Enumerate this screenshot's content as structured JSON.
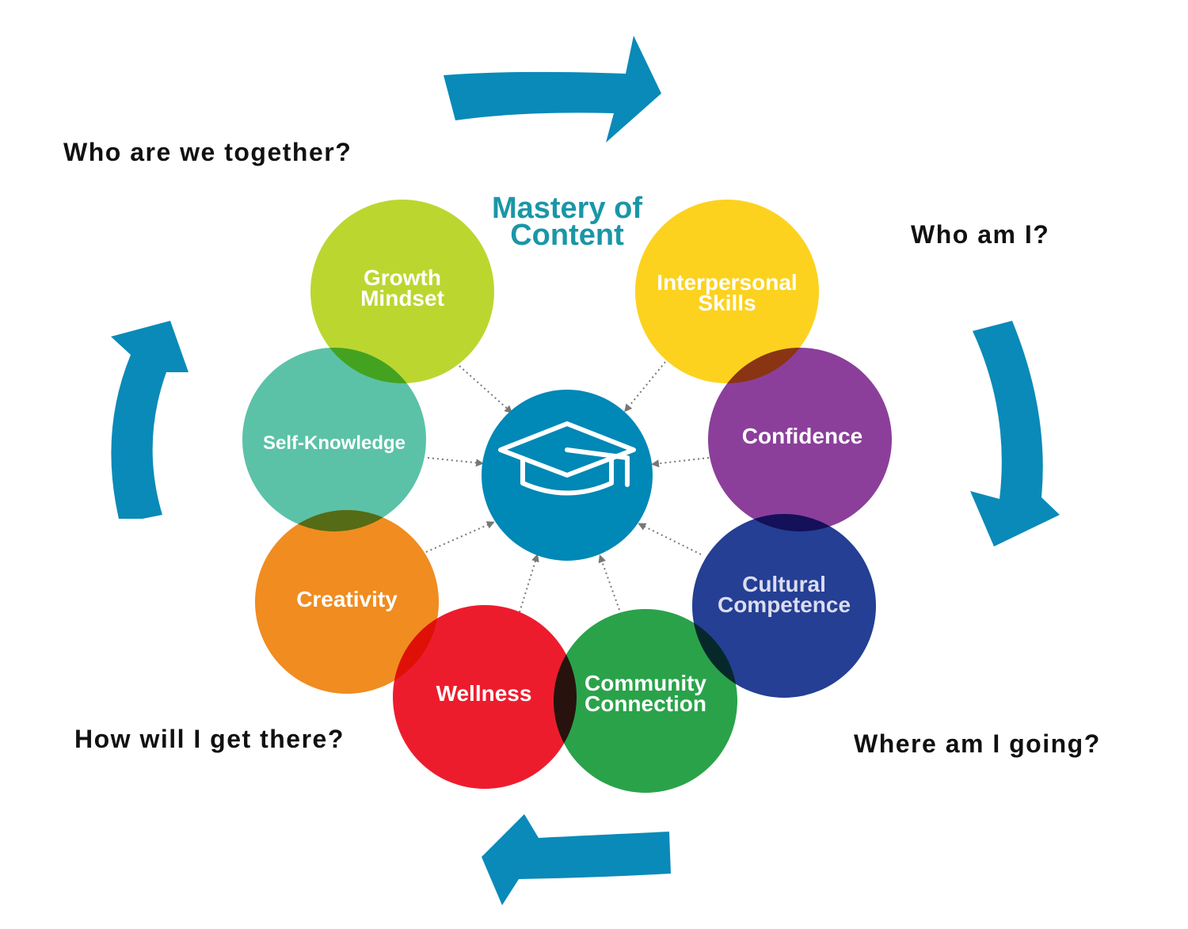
{
  "title_lines": [
    "Mastery of",
    "Content"
  ],
  "questions": {
    "top_left": "Who are we together?",
    "top_right": "Who am I?",
    "bottom_left": "How will I get there?",
    "bottom_right": "Where am I going?"
  },
  "circles": [
    {
      "id": "growth-mindset",
      "lines": [
        "Growth",
        "Mindset"
      ],
      "color": "#bcd630"
    },
    {
      "id": "interpersonal-skills",
      "lines": [
        "Interpersonal",
        "Skills"
      ],
      "color": "#fcd21f"
    },
    {
      "id": "self-knowledge",
      "lines": [
        "Self-Knowledge"
      ],
      "color": "#5bc2a7"
    },
    {
      "id": "confidence",
      "lines": [
        "Confidence"
      ],
      "color": "#8b3f9a"
    },
    {
      "id": "creativity",
      "lines": [
        "Creativity"
      ],
      "color": "#f08c20"
    },
    {
      "id": "cultural-competence",
      "lines": [
        "Cultural",
        "Competence"
      ],
      "color": "#243f93"
    },
    {
      "id": "wellness",
      "lines": [
        "Wellness"
      ],
      "color": "#ed1c2d"
    },
    {
      "id": "community-connection",
      "lines": [
        "Community",
        "Connection"
      ],
      "color": "#2aa24a"
    }
  ],
  "hub": {
    "icon": "graduation-cap-icon",
    "color": "#0088b6"
  },
  "cycle_arrow_color": "#0a8ab8",
  "connector_color": "#777777"
}
